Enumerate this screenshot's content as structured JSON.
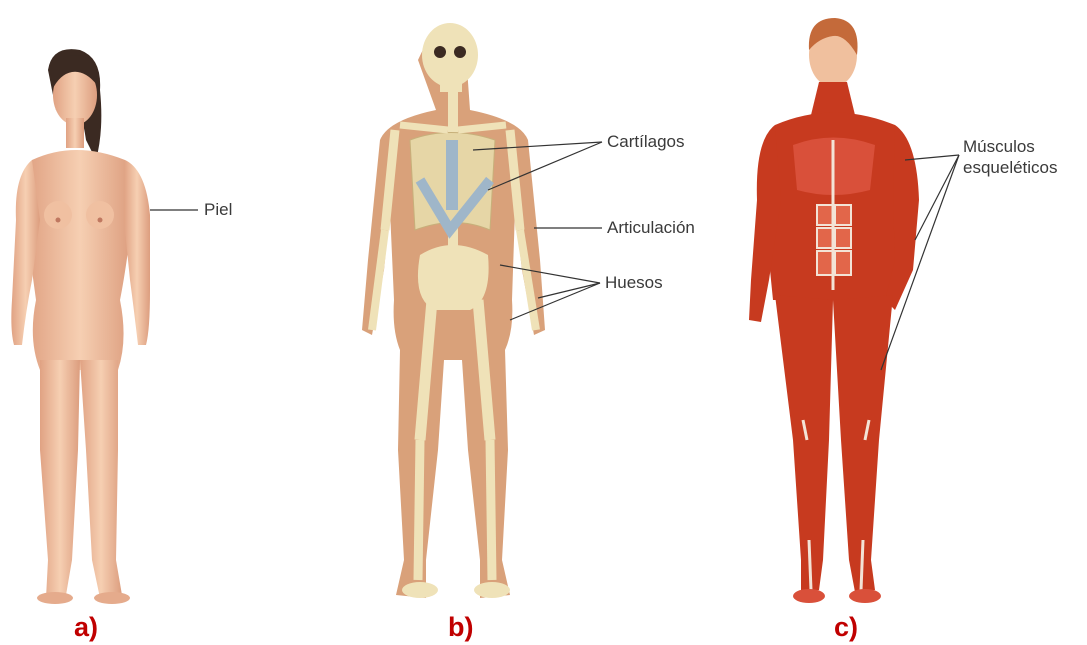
{
  "panels": [
    {
      "letter": "a)",
      "labels": [
        "Piel"
      ]
    },
    {
      "letter": "b)",
      "labels": [
        "Cartílagos",
        "Articulación",
        "Huesos"
      ]
    },
    {
      "letter": "c)",
      "labels": [
        "Músculos",
        "esqueléticos"
      ]
    }
  ],
  "colors": {
    "skin": "#f2c3a4",
    "skin_shade": "#d99a7a",
    "hair": "#3b2a22",
    "bone": "#efe2b8",
    "cartilage": "#9fb6c9",
    "muscle": "#c73a1f",
    "muscle_light": "#e2664a",
    "tendon": "#f3e3d6",
    "letter": "#c00000"
  }
}
